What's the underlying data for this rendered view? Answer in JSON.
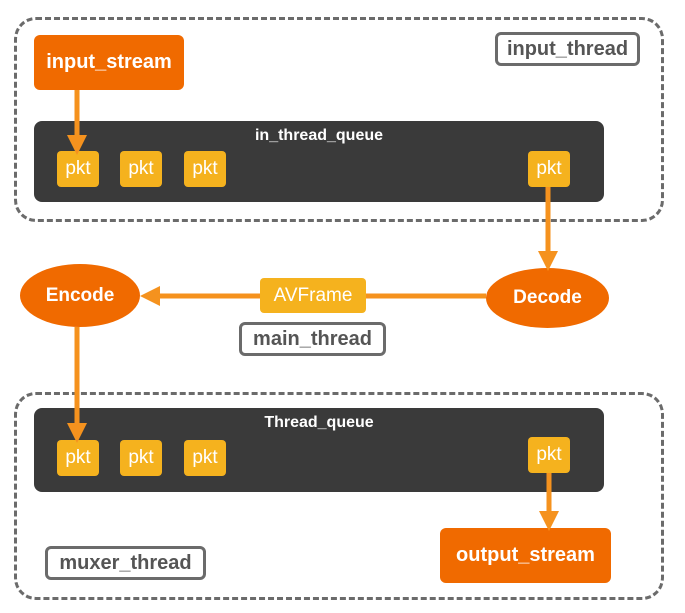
{
  "input_thread": {
    "label": "input_thread",
    "stream_label": "input_stream",
    "queue_title": "in_thread_queue",
    "packets": [
      "pkt",
      "pkt",
      "pkt",
      "pkt"
    ]
  },
  "main_thread": {
    "label": "main_thread",
    "decode_label": "Decode",
    "encode_label": "Encode",
    "frame_label": "AVFrame"
  },
  "muxer_thread": {
    "label": "muxer_thread",
    "stream_label": "output_stream",
    "queue_title": "Thread_queue",
    "packets": [
      "pkt",
      "pkt",
      "pkt",
      "pkt"
    ]
  },
  "colors": {
    "accent_orange": "#f06a00",
    "packet_yellow": "#f5b21e",
    "arrow_orange": "#f5921e",
    "queue_dark": "#3a3a3a",
    "border_gray": "#6b6b6b"
  }
}
